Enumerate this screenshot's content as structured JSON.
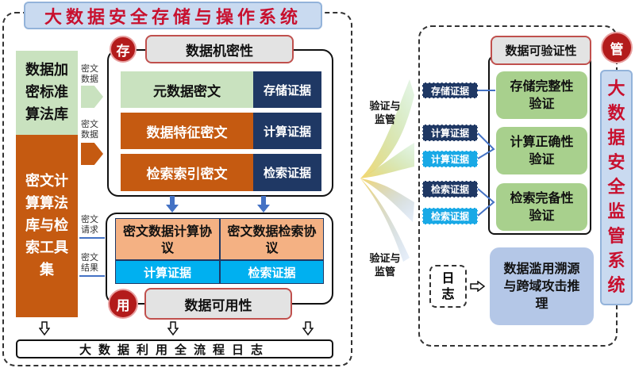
{
  "title": "大数据安全存储与操作系统",
  "left": {
    "std_lib": "数据加密标准算法库",
    "cipher_lib": "密文计算算法库与检索工具集",
    "flow1": "密文数据",
    "flow2": "密文数据",
    "flow3": "密文请求",
    "flow4": "密文结果"
  },
  "storage": {
    "badge": "存",
    "label": "数据机密性",
    "rows": [
      {
        "name": "元数据密文",
        "evidence": "存储证据"
      },
      {
        "name": "数据特征密文",
        "evidence": "计算证据"
      },
      {
        "name": "检索索引密文",
        "evidence": "检索证据"
      }
    ]
  },
  "usage": {
    "badge": "用",
    "label": "数据可用性",
    "protocols": [
      {
        "name": "密文数据计算协议",
        "evidence": "计算证据"
      },
      {
        "name": "密文数据检索协议",
        "evidence": "检索证据"
      }
    ]
  },
  "log_bar": "大数据利用全流程日志",
  "fan": {
    "label_top": "验证与监管",
    "label_bottom": "验证与监管"
  },
  "verify": {
    "label": "数据可验证性",
    "tags": [
      "存储证据",
      "计算证据",
      "计算证据",
      "检索证据",
      "检索证据"
    ],
    "checks": [
      "存储完整性验证",
      "计算正确性验证",
      "检索完备性验证"
    ]
  },
  "log_small": "日志",
  "trace": "数据滥用溯源与跨域攻击推理",
  "supervision": {
    "badge": "管",
    "title": "大数据安全监管系统"
  },
  "colors": {
    "red": "#c8102e",
    "orange": "#c55a11",
    "green": "#c9e2bf",
    "navy": "#1f3864",
    "cyan": "#00b0f0",
    "salmon": "#f4b183"
  }
}
